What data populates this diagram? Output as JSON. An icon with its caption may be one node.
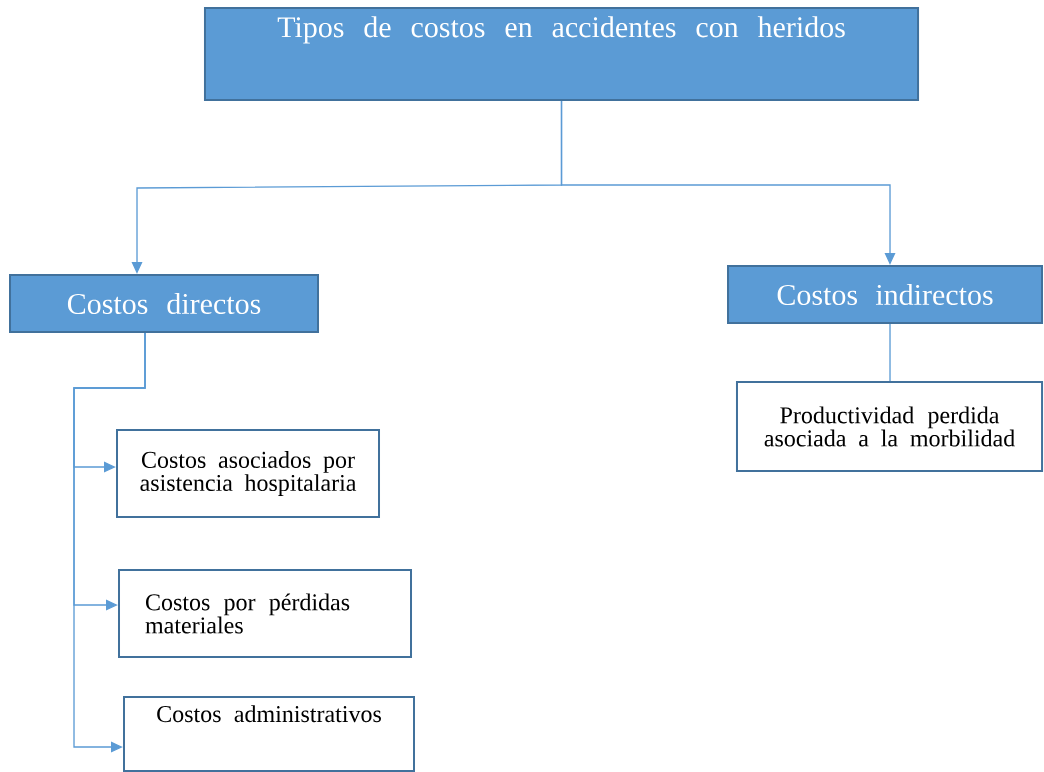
{
  "diagram": {
    "nodes": [
      {
        "text": [
          "Tipos de costos en accidentes con heridos"
        ]
      },
      {
        "text": [
          "Costos directos"
        ]
      },
      {
        "text": [
          "Costos indirectos"
        ]
      },
      {
        "text": [
          "Costos asociados por asistencia hospitalaria"
        ]
      },
      {
        "text": [
          "Costos por pérdidas materiales"
        ]
      },
      {
        "text": [
          "Costos administrativos"
        ]
      },
      {
        "text": [
          "Productividad perdida asociada a la morbilidad"
        ]
      }
    ],
    "edges": [
      {
        "from": 0,
        "to": 1,
        "arrow": "to"
      },
      {
        "from": 0,
        "to": 2,
        "arrow": "to"
      },
      {
        "from": 1,
        "to": 3,
        "arrow": "to"
      },
      {
        "from": 1,
        "to": 4,
        "arrow": "to"
      },
      {
        "from": 1,
        "to": 5,
        "arrow": "to"
      },
      {
        "from": 2,
        "to": 6,
        "arrow": "none"
      }
    ]
  }
}
